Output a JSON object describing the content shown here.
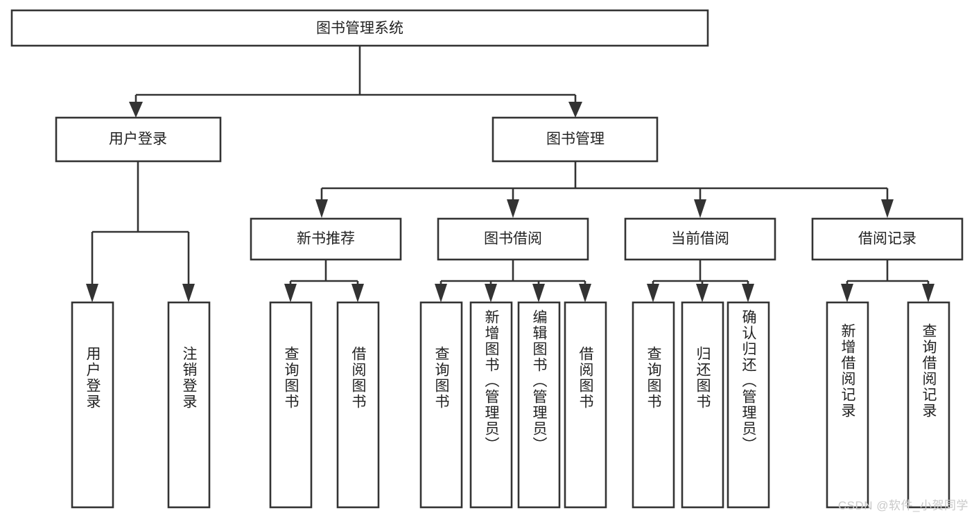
{
  "diagram": {
    "title": "图书管理系统",
    "type": "tree-hierarchy",
    "colors": {
      "stroke": "#333333",
      "node_fill": "#ffffff",
      "text": "#222222",
      "background": "#ffffff",
      "watermark": "#c9c9c9"
    },
    "root": {
      "label": "图书管理系统",
      "orientation": "horizontal"
    },
    "level2": [
      {
        "label": "用户登录",
        "orientation": "horizontal"
      },
      {
        "label": "图书管理",
        "orientation": "horizontal"
      }
    ],
    "level3": [
      {
        "label": "新书推荐",
        "orientation": "horizontal"
      },
      {
        "label": "图书借阅",
        "orientation": "horizontal"
      },
      {
        "label": "当前借阅",
        "orientation": "horizontal"
      },
      {
        "label": "借阅记录",
        "orientation": "horizontal"
      }
    ],
    "leaves": {
      "user_login": [
        {
          "label": "用户登录",
          "orientation": "vertical"
        },
        {
          "label": "注销登录",
          "orientation": "vertical"
        }
      ],
      "new_book_recommend": [
        {
          "label": "查询图书",
          "orientation": "vertical"
        },
        {
          "label": "借阅图书",
          "orientation": "vertical"
        }
      ],
      "book_borrow": [
        {
          "label": "查询图书",
          "orientation": "vertical"
        },
        {
          "label": "新增图书（管理员）",
          "orientation": "vertical"
        },
        {
          "label": "编辑图书（管理员）",
          "orientation": "vertical"
        },
        {
          "label": "借阅图书",
          "orientation": "vertical"
        }
      ],
      "current_borrow": [
        {
          "label": "查询图书",
          "orientation": "vertical"
        },
        {
          "label": "归还图书",
          "orientation": "vertical"
        },
        {
          "label": "确认归还（管理员）",
          "orientation": "vertical"
        }
      ],
      "borrow_record": [
        {
          "label": "新增借阅记录",
          "orientation": "vertical"
        },
        {
          "label": "查询借阅记录",
          "orientation": "vertical"
        }
      ]
    },
    "watermark": "CSDN @软件_小贺同学"
  }
}
